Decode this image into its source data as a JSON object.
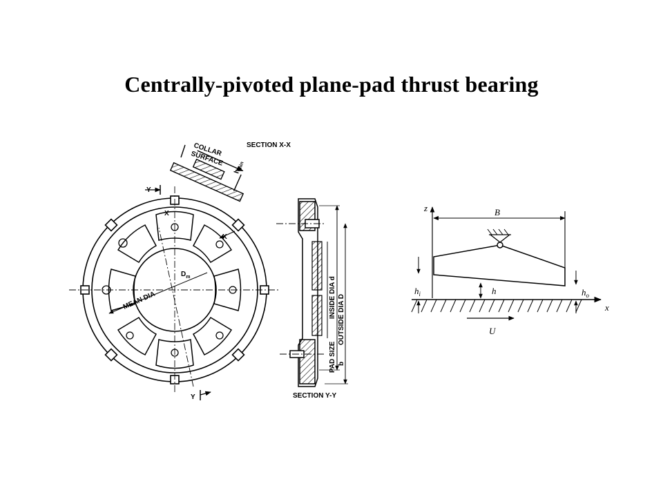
{
  "title": "Centrally-pivoted plane-pad thrust bearing",
  "bearing": {
    "section_xx": "SECTION X-X",
    "collar": "COLLAR",
    "surface": "SURFACE",
    "h_min_base": "h",
    "h_min_sub": "min",
    "y_top": "Y",
    "x_left": "X",
    "x_right": "X",
    "dm_base": "D",
    "dm_sub": "m",
    "mean_dia": "MEAN DIA",
    "y_bottom": "Y",
    "section_yy": "SECTION Y-Y",
    "inside_dia": "INSIDE DIA d",
    "outside_dia": "OUTSIDE DIA D",
    "pad_size": "PAD SIZE",
    "b": "b"
  },
  "pad": {
    "z": "z",
    "B": "B",
    "hi_base": "h",
    "hi_sub": "i",
    "h": "h",
    "ho_base": "h",
    "ho_sub": "o",
    "x": "x",
    "U": "U"
  }
}
